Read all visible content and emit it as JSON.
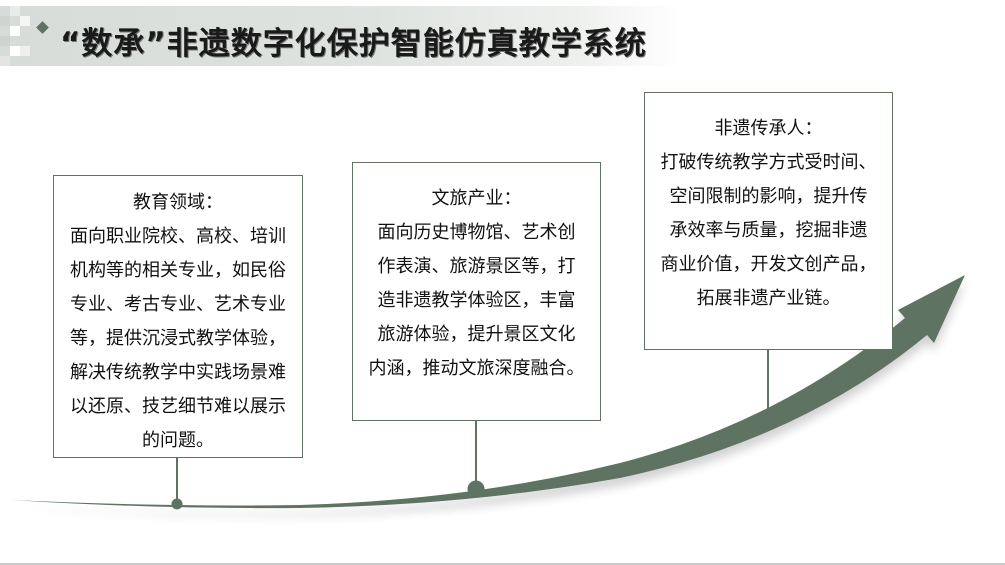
{
  "header": {
    "title": "“数承”非遗数字化保护智能仿真教学系统"
  },
  "colors": {
    "accent": "#5e7364",
    "title_bg": "#dfe3e0",
    "text": "#111111"
  },
  "cards": [
    {
      "heading": "教育领域：",
      "lines": [
        "面向职业院校、高校、培训",
        "机构等的相关专业，如民俗",
        "专业、考古专业、艺术专业",
        "等，提供沉浸式教学体验，",
        "解决传统教学中实践场景难",
        "以还原、技艺细节难以展示",
        "的问题。"
      ]
    },
    {
      "heading": "文旅产业：",
      "lines": [
        "面向历史博物馆、艺术创",
        "作表演、旅游景区等，打",
        "造非遗教学体验区，丰富",
        "旅游体验，提升景区文化",
        "内涵，推动文旅深度融合。"
      ]
    },
    {
      "heading": "非遗传承人：",
      "lines": [
        "打破传统教学方式受时间、",
        "空间限制的影响，提升传",
        "承效率与质量，挖掘非遗",
        "商业价值，开发文创产品，",
        "拓展非遗产业链。"
      ]
    }
  ]
}
